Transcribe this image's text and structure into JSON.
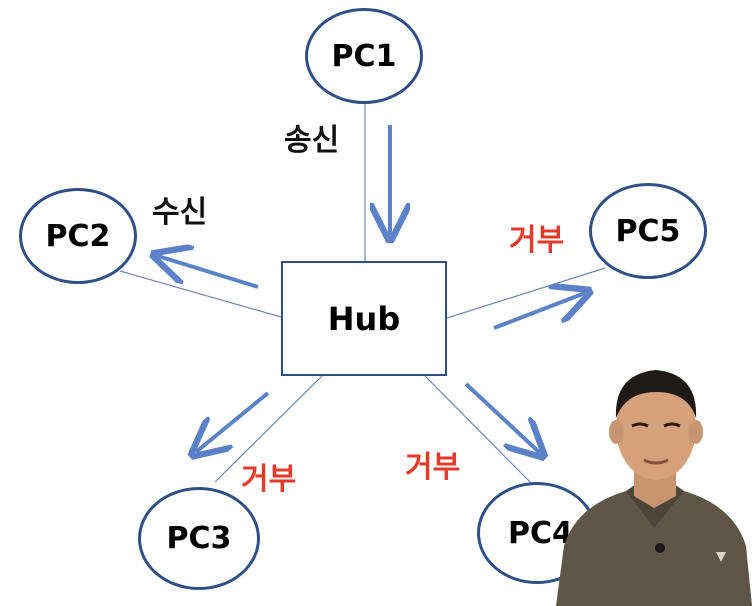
{
  "hub": {
    "label": "Hub"
  },
  "nodes": {
    "pc1": "PC1",
    "pc2": "PC2",
    "pc3": "PC3",
    "pc4": "PC4",
    "pc5": "PC5"
  },
  "labels": {
    "send": "송신",
    "receive": "수신",
    "reject_pc5": "거부",
    "reject_pc3": "거부",
    "reject_pc4": "거부"
  },
  "colors": {
    "node_border": "#2f4f86",
    "arrow": "#5b82c8",
    "link_line": "#6d86b3",
    "reject_text": "#e53a2a"
  }
}
